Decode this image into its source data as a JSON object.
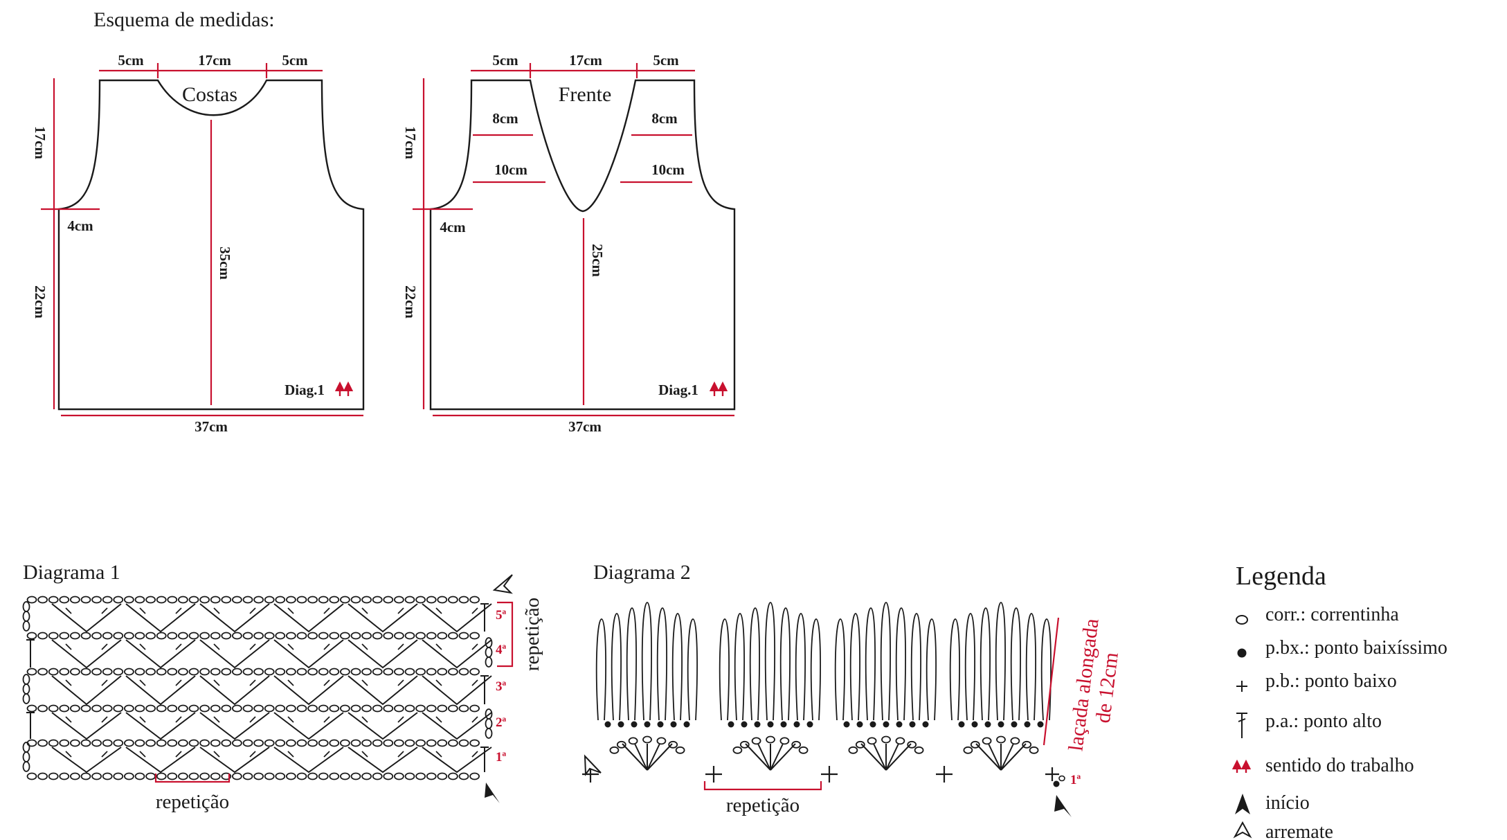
{
  "scheme": {
    "title": "Esquema de medidas:",
    "back": {
      "name": "Costas",
      "top_left": "5cm",
      "top_mid": "17cm",
      "top_right": "5cm",
      "armhole_height": "17cm",
      "armhole_width": "4cm",
      "lower_height": "22cm",
      "center_height": "35cm",
      "width": "37cm",
      "diag": "Diag.1"
    },
    "front": {
      "name": "Frente",
      "top_left": "5cm",
      "top_mid": "17cm",
      "top_right": "5cm",
      "neck_upper_left": "8cm",
      "neck_upper_right": "8cm",
      "neck_lower_left": "10cm",
      "neck_lower_right": "10cm",
      "armhole_height": "17cm",
      "armhole_width": "4cm",
      "lower_height": "22cm",
      "center_height": "25cm",
      "width": "37cm",
      "diag": "Diag.1"
    }
  },
  "diagram1": {
    "title": "Diagrama 1",
    "repeat_label": "repetição",
    "side_repeat_label": "repetição",
    "rows": [
      "1ª",
      "2ª",
      "3ª",
      "4ª",
      "5ª"
    ]
  },
  "diagram2": {
    "title": "Diagrama 2",
    "repeat_label": "repetição",
    "loop_label_1": "laçada alongada",
    "loop_label_2": "de 12cm",
    "row": "1ª"
  },
  "legend": {
    "title": "Legenda",
    "items": [
      {
        "icon": "chain-stitch-icon",
        "text": "corr.: correntinha"
      },
      {
        "icon": "slip-stitch-icon",
        "text": "p.bx.: ponto baixíssimo"
      },
      {
        "icon": "single-crochet-icon",
        "text": "p.b.: ponto baixo"
      },
      {
        "icon": "double-crochet-icon",
        "text": "p.a.: ponto alto"
      },
      {
        "icon": "work-direction-icon",
        "text": "sentido do trabalho"
      },
      {
        "icon": "start-arrow-icon",
        "text": "início"
      },
      {
        "icon": "finish-arrow-icon",
        "text": "arremate"
      }
    ]
  },
  "colors": {
    "accent": "#c8102e",
    "ink": "#1a1a1a"
  }
}
